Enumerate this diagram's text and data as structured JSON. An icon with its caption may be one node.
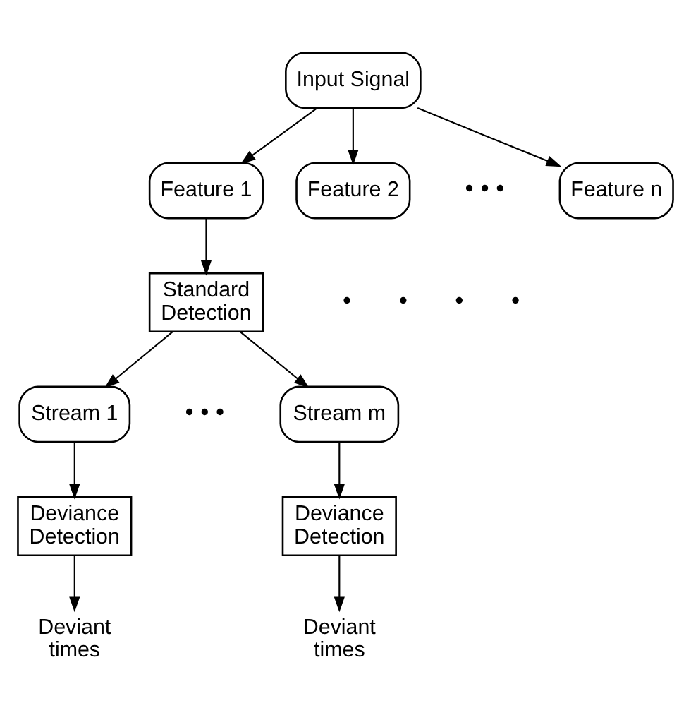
{
  "diagram": {
    "nodes": [
      {
        "text": [
          "Input Signal"
        ]
      },
      {
        "text": [
          "Feature 1"
        ]
      },
      {
        "text": [
          "Feature 2"
        ]
      },
      {
        "text": [
          "Feature n"
        ]
      },
      {
        "text": [
          "Standard Detection"
        ]
      },
      {
        "text": [
          "Stream 1"
        ]
      },
      {
        "text": [
          "Stream m"
        ]
      },
      {
        "text": [
          "Deviance Detection"
        ]
      },
      {
        "text": [
          "Deviance Detection"
        ]
      },
      {
        "text": [
          "Deviant times"
        ]
      },
      {
        "text": [
          "Deviant times"
        ]
      }
    ],
    "edges": [
      {
        "from": 0,
        "to": 1,
        "arrow": "to"
      },
      {
        "from": 0,
        "to": 2,
        "arrow": "to"
      },
      {
        "from": 0,
        "to": 3,
        "arrow": "to"
      },
      {
        "from": 1,
        "to": 4,
        "arrow": "to"
      },
      {
        "from": 4,
        "to": 5,
        "arrow": "to"
      },
      {
        "from": 4,
        "to": 6,
        "arrow": "to"
      },
      {
        "from": 5,
        "to": 7,
        "arrow": "to"
      },
      {
        "from": 6,
        "to": 8,
        "arrow": "to"
      },
      {
        "from": 7,
        "to": 9,
        "arrow": "to"
      },
      {
        "from": 8,
        "to": 10,
        "arrow": "to"
      }
    ],
    "labels": [
      "• • •",
      "•       •       •       •",
      "• • •"
    ]
  }
}
